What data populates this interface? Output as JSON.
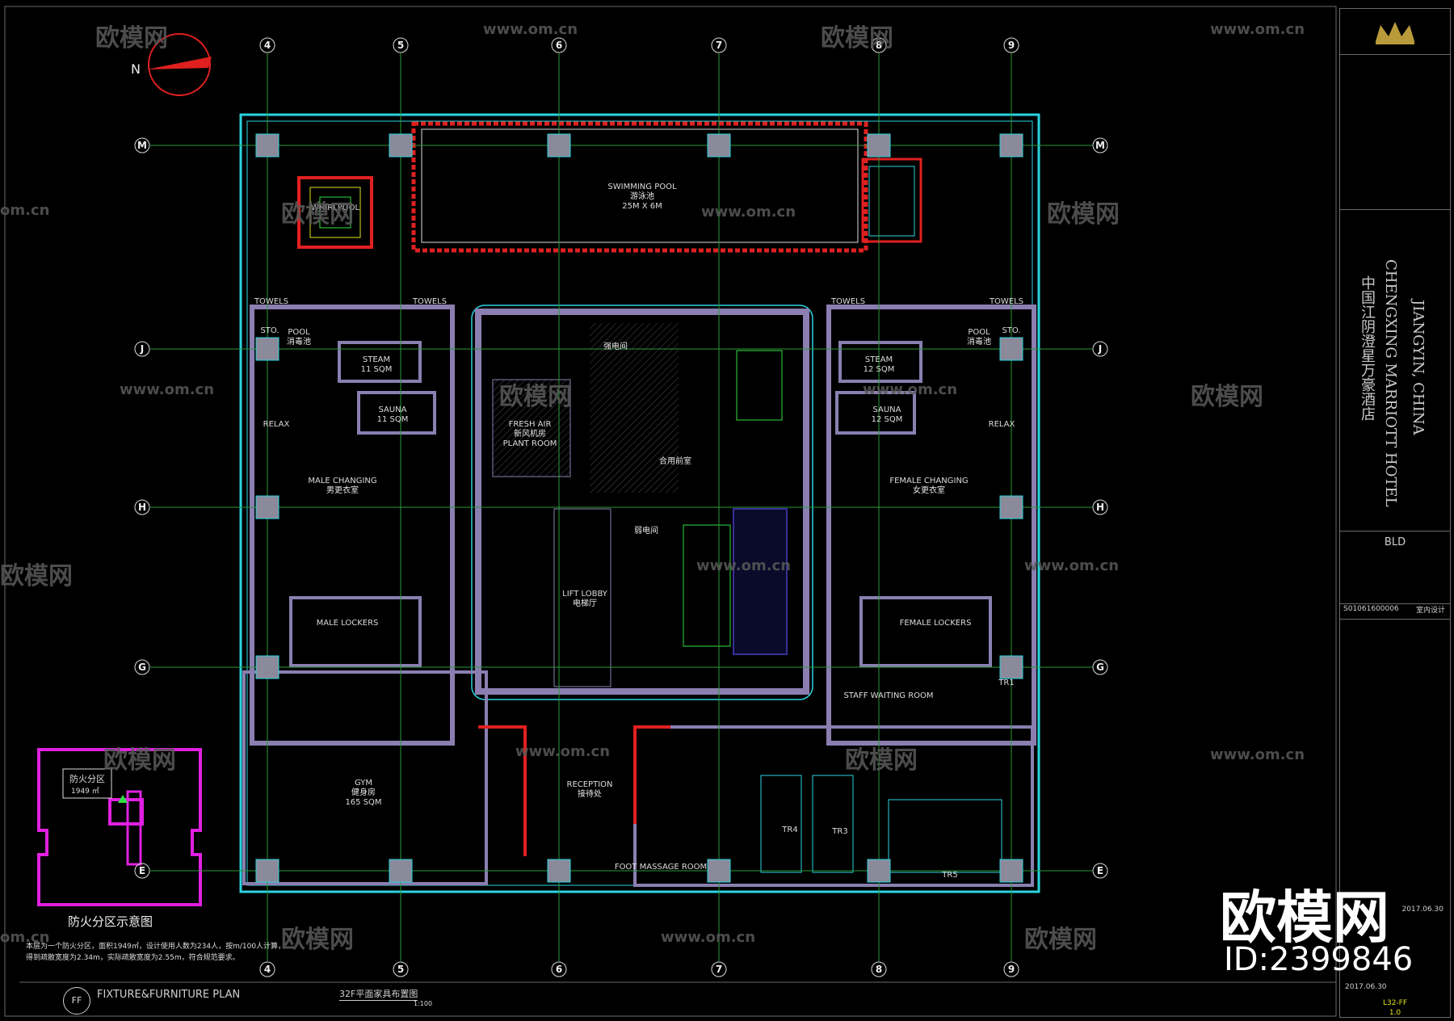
{
  "grid": {
    "columns": [
      "4",
      "5",
      "6",
      "7",
      "8",
      "9"
    ],
    "rows": [
      "M",
      "J",
      "H",
      "G",
      "E"
    ]
  },
  "compass": {
    "north": "N"
  },
  "rooms": [
    {
      "key": "pool",
      "en": "SWIMMING POOL",
      "cn": "游泳池",
      "sub": "25M X 6M"
    },
    {
      "key": "whirlpool",
      "en": "WHIRLPOOL",
      "cn": "",
      "sub": ""
    },
    {
      "key": "towels_l1",
      "en": "TOWELS",
      "cn": "",
      "sub": ""
    },
    {
      "key": "towels_l2",
      "en": "TOWELS",
      "cn": "",
      "sub": ""
    },
    {
      "key": "towels_r1",
      "en": "TOWELS",
      "cn": "",
      "sub": ""
    },
    {
      "key": "towels_r2",
      "en": "TOWELS",
      "cn": "",
      "sub": ""
    },
    {
      "key": "sto_l",
      "en": "STO.",
      "cn": "",
      "sub": ""
    },
    {
      "key": "sto_r",
      "en": "STO.",
      "cn": "",
      "sub": ""
    },
    {
      "key": "pool_l",
      "en": "POOL",
      "cn": "消毒池",
      "sub": ""
    },
    {
      "key": "pool_r",
      "en": "POOL",
      "cn": "消毒池",
      "sub": ""
    },
    {
      "key": "steam_l",
      "en": "STEAM",
      "cn": "",
      "sub": "11 SQM"
    },
    {
      "key": "steam_r",
      "en": "STEAM",
      "cn": "",
      "sub": "12 SQM"
    },
    {
      "key": "sauna_l",
      "en": "SAUNA",
      "cn": "",
      "sub": "11 SQM"
    },
    {
      "key": "sauna_r",
      "en": "SAUNA",
      "cn": "",
      "sub": "12 SQM"
    },
    {
      "key": "relax_l",
      "en": "RELAX",
      "cn": "",
      "sub": ""
    },
    {
      "key": "relax_r",
      "en": "RELAX",
      "cn": "",
      "sub": ""
    },
    {
      "key": "male_changing",
      "en": "MALE CHANGING",
      "cn": "男更衣室",
      "sub": ""
    },
    {
      "key": "female_changing",
      "en": "FEMALE CHANGING",
      "cn": "女更衣室",
      "sub": ""
    },
    {
      "key": "male_lockers",
      "en": "MALE LOCKERS",
      "cn": "",
      "sub": ""
    },
    {
      "key": "female_lockers",
      "en": "FEMALE LOCKERS",
      "cn": "",
      "sub": ""
    },
    {
      "key": "fresh_air",
      "en": "FRESH AIR",
      "cn": "新风机房",
      "sub": "PLANT ROOM"
    },
    {
      "key": "lift_lobby",
      "en": "LIFT LOBBY",
      "cn": "电梯厅",
      "sub": ""
    },
    {
      "key": "gym",
      "en": "GYM",
      "cn": "健身房",
      "sub": "165 SQM"
    },
    {
      "key": "reception",
      "en": "RECEPTION",
      "cn": "接待处",
      "sub": ""
    },
    {
      "key": "staff_waiting",
      "en": "STAFF WAITING ROOM",
      "cn": "",
      "sub": ""
    },
    {
      "key": "tr1",
      "en": "TR1",
      "cn": "",
      "sub": ""
    },
    {
      "key": "tr3",
      "en": "TR3",
      "cn": "",
      "sub": ""
    },
    {
      "key": "tr4",
      "en": "TR4",
      "cn": "",
      "sub": ""
    },
    {
      "key": "tr5",
      "en": "TR5",
      "cn": "",
      "sub": ""
    },
    {
      "key": "foot_massage",
      "en": "FOOT MASSAGE ROOM",
      "cn": "",
      "sub": ""
    },
    {
      "key": "core_a",
      "en": "",
      "cn": "强电间",
      "sub": ""
    },
    {
      "key": "core_b",
      "en": "",
      "cn": "合用前室",
      "sub": ""
    },
    {
      "key": "core_c",
      "en": "",
      "cn": "弱电间",
      "sub": ""
    }
  ],
  "fire_zone": {
    "title": "防火分区",
    "area": "1949 ㎡",
    "caption": "防火分区示意图",
    "note1": "本层为一个防火分区，面积1949㎡，设计使用人数为234人，按m/100人计算，",
    "note2": "得到疏散宽度为2.34m，实际疏散宽度为2.55m，符合规范要求。"
  },
  "footer": {
    "ff": "FF",
    "plan_en": "FIXTURE&FURNITURE   PLAN",
    "plan_cn": "32F平面家具布置图",
    "scale": "1:100"
  },
  "title_block": {
    "project_cn": "中国江阴澄星万豪酒店",
    "project_en": "CHENGXING MARRIOTT HOTEL",
    "location": "JIANGYIN,  CHINA",
    "bld": "BLD",
    "drawing_no": "S01061600006",
    "discipline": "室内设计",
    "date1": "2017.06.30",
    "date2": "2017.06.30",
    "sheet": "L32-FF",
    "rev": "1.0"
  },
  "watermark": {
    "site": "www.om.cn",
    "site_short": "om.cn",
    "brand": "欧模网",
    "id": "ID:2399846"
  },
  "colors": {
    "wall": "#8a7fb0",
    "wall_dark": "#3a2f6a",
    "cyan": "#2ad4e0",
    "red": "#e02020",
    "magenta": "#e020e0",
    "green": "#30e040",
    "grid_green": "#2a9a3a",
    "yellow": "#e0e020",
    "column": "#8a8a9a"
  }
}
